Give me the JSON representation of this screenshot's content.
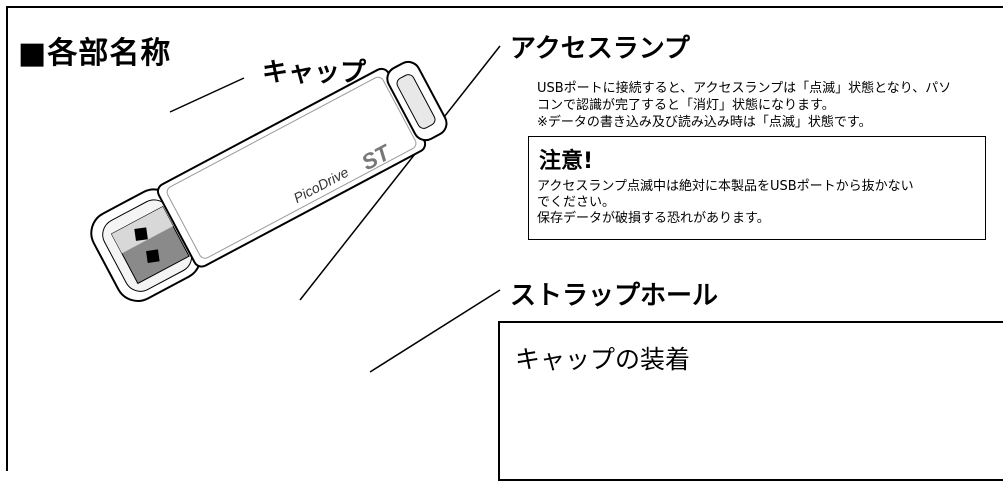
{
  "section_title": "■各部名称",
  "labels": {
    "cap": "キャップ",
    "access_lamp": "アクセスランプ",
    "strap_hole": "ストラップホール"
  },
  "access_lamp_description": "USBポートに接続すると、アクセスランプは「点滅」状態となり、パソ\nコンで認識が完了すると「消灯」状態になります。\n※データの書き込み及び読み込み時は「点滅」状態です。",
  "warning": {
    "title": "注意!",
    "body": "アクセスランプ点滅中は絶対に本製品をUSBポートから抜かない\nでください。\n保存データが破損する恐れがあります。"
  },
  "cap_attach": {
    "title": "キャップの装着"
  },
  "product_brand": "PicoDrive",
  "product_logo": "ST",
  "colors": {
    "line": "#000000",
    "arrow_gray": "#a0a0a0",
    "body_fill": "#ffffff"
  },
  "icons": [
    "usb-drive",
    "usb-cap",
    "arrow-right",
    "outline-arrow"
  ]
}
